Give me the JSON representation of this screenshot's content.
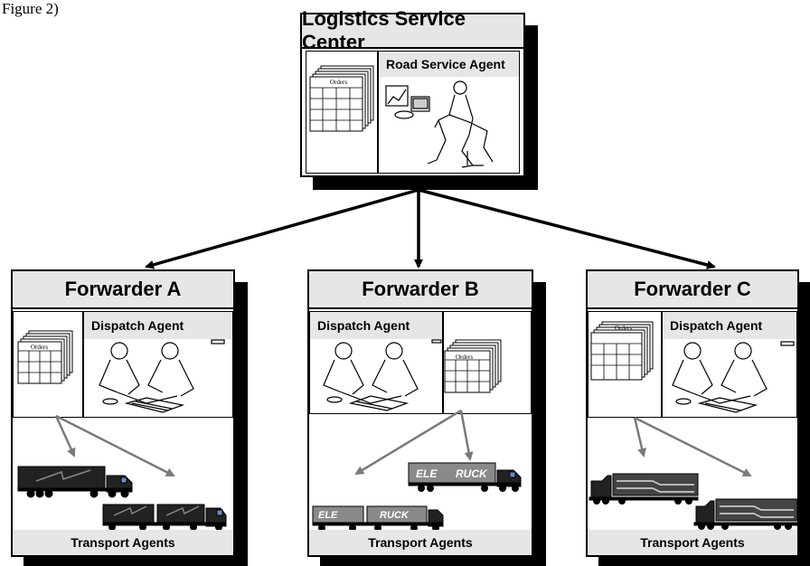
{
  "caption_fragment": "Figure 2)",
  "center": {
    "title": "Logistics Service Center",
    "agent_label": "Road Service Agent",
    "orders_label": "Orders"
  },
  "forwarders": [
    {
      "title": "Forwarder A",
      "agent_label": "Dispatch Agent",
      "orders_label": "Orders",
      "transport_label": "Transport Agents"
    },
    {
      "title": "Forwarder B",
      "agent_label": "Dispatch Agent",
      "orders_label": "Orders",
      "transport_label": "Transport Agents",
      "truck_labels": [
        "ELE",
        "RUCK"
      ]
    },
    {
      "title": "Forwarder C",
      "agent_label": "Dispatch Agent",
      "orders_label": "Orders",
      "transport_label": "Transport Agents"
    }
  ]
}
